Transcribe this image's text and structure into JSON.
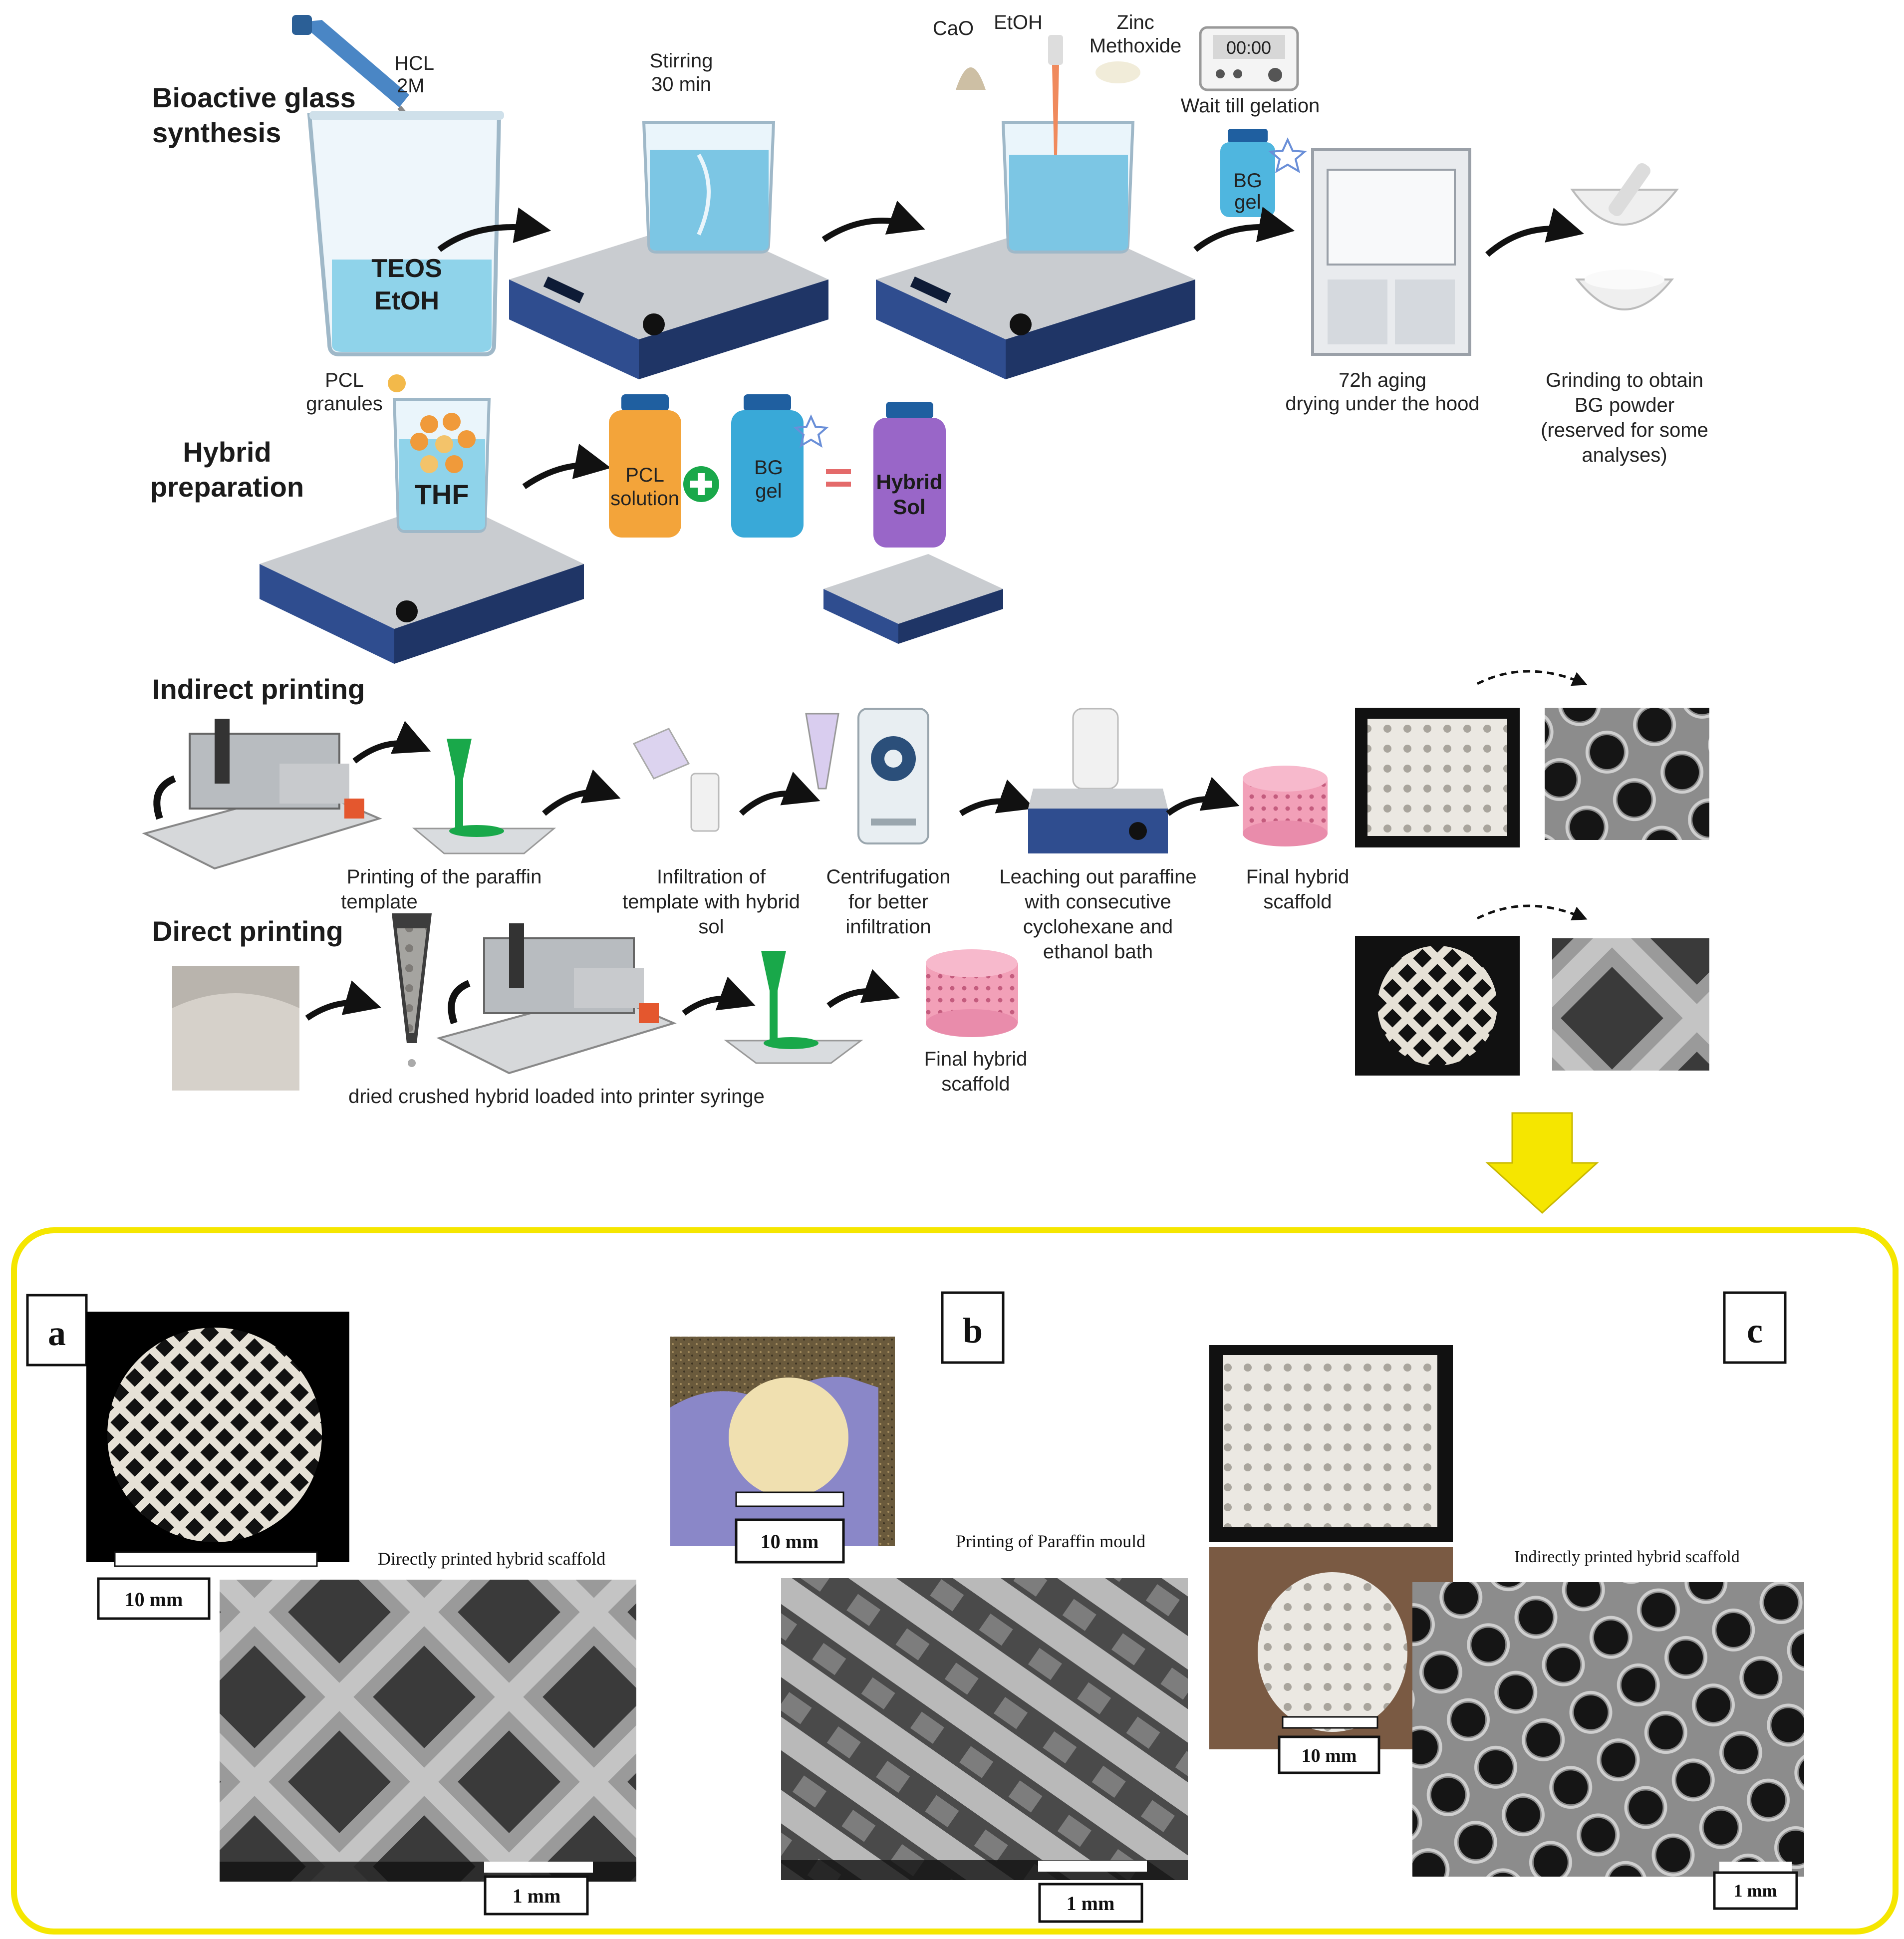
{
  "top": {
    "heading_bg_line1": "Bioactive glass",
    "heading_bg_line2": "synthesis",
    "hcl_line1": "HCL",
    "hcl_line2": "2M",
    "beaker_line1": "TEOS",
    "beaker_line2": "EtOH",
    "stirring_line1": "Stirring",
    "stirring_line2": "30 min",
    "cao": "CaO",
    "etoh": "EtOH",
    "zinc_line1": "Zinc",
    "zinc_line2": "Methoxide",
    "timer": "00:00",
    "wait": "Wait till gelation",
    "bg_gel_line1": "BG",
    "bg_gel_line2": "gel",
    "aging_line1": "72h aging",
    "aging_line2": "drying under the hood",
    "grind_line1": "Grinding to obtain",
    "grind_line2": "BG powder",
    "grind_line3": "(reserved for some",
    "grind_line4": "analyses)"
  },
  "hybrid": {
    "heading_line1": "Hybrid",
    "heading_line2": "preparation",
    "pcl_line1": "PCL",
    "pcl_line2": "granules",
    "thf": "THF",
    "pcl_sol_line1": "PCL",
    "pcl_sol_line2": "solution",
    "bg_line1": "BG",
    "bg_line2": "gel",
    "hybrid_sol_line1": "Hybrid",
    "hybrid_sol_line2": "Sol"
  },
  "indirect": {
    "heading": "Indirect printing",
    "step1_line1": "Printing of the paraffin",
    "step1_line2": "template",
    "step2_line1": "Infiltration of",
    "step2_line2": "template with hybrid",
    "step2_line3": "sol",
    "step3_line1": "Centrifugation",
    "step3_line2": "for better",
    "step3_line3": "infiltration",
    "step4_line1": "Leaching out paraffine",
    "step4_line2": "with consecutive",
    "step4_line3": "cyclohexane and",
    "step4_line4": "ethanol bath",
    "step5_line1": "Final hybrid",
    "step5_line2": "scaffold"
  },
  "direct": {
    "heading": "Direct printing",
    "syringe": "dried crushed hybrid loaded into printer syringe",
    "final_line1": "Final hybrid",
    "final_line2": "scaffold"
  },
  "panels": {
    "a": {
      "letter": "a",
      "scale_photo": "10 mm",
      "caption": "Directly printed hybrid scaffold",
      "scale_sem": "1 mm"
    },
    "b": {
      "letter": "b",
      "scale_photo": "10 mm",
      "caption": "Printing of Paraffin mould",
      "scale_sem": "1 mm"
    },
    "c": {
      "letter": "c",
      "scale_photo": "10 mm",
      "caption": "Indirectly printed hybrid scaffold",
      "scale_sem": "1 mm"
    }
  },
  "colors": {
    "yellow_frame": "#f5e600",
    "arrow": "#f5e600",
    "stirrer_body": "#2f4d8f",
    "liquid_blue": "#8fd3ea",
    "orange": "#f3a43a",
    "purple": "#9966c8",
    "pink": "#f2a0b8",
    "green": "#19a84a"
  }
}
